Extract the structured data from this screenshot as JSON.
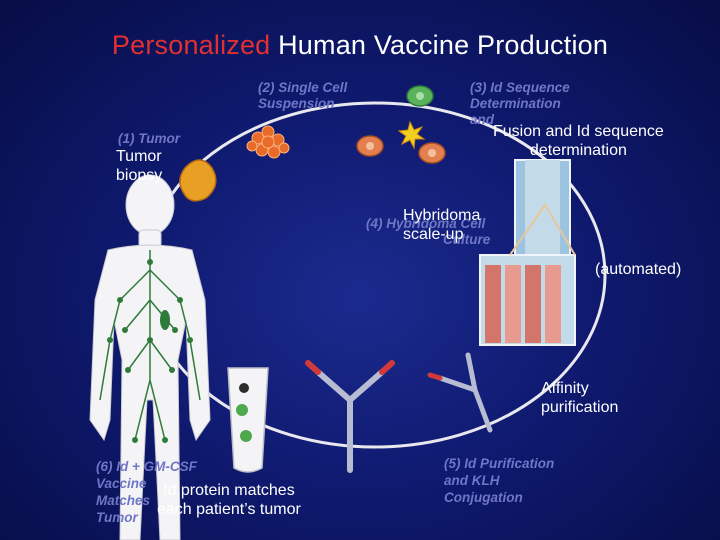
{
  "title": {
    "part1": "Personalized",
    "part2": " Human Vaccine Production"
  },
  "steps": {
    "s1": "(1) Tumor",
    "s2a": "(2) Single Cell",
    "s2b": "Suspension",
    "s3a": "(3) Id Sequence",
    "s3b": "Determination",
    "s3c": "and",
    "s4a": "(4) Hybridoma Cell",
    "s4b": "Culture",
    "s5a": "(5) Id Purification",
    "s5b": "and KLH",
    "s5c": "Conjugation",
    "s6a": "(6) Id + GM-CSF",
    "s6b": "Vaccine",
    "s6c": "Matches",
    "s6d": "Tumor"
  },
  "labels": {
    "tumor_a": "Tumor",
    "tumor_b": "biopsy",
    "fusion_a": "Fusion and Id sequence",
    "fusion_b": "determination",
    "hybrid_a": "Hybridoma",
    "hybrid_b": "scale-up",
    "automated": "(automated)",
    "affinity_a": "Affinity",
    "affinity_b": "purification",
    "idprot_a": "Id protein matches",
    "idprot_b": "each patient’s tumor"
  },
  "colors": {
    "title_red": "#e23030",
    "cycle": "#e8e8ee",
    "step_text": "#6f76c6"
  }
}
